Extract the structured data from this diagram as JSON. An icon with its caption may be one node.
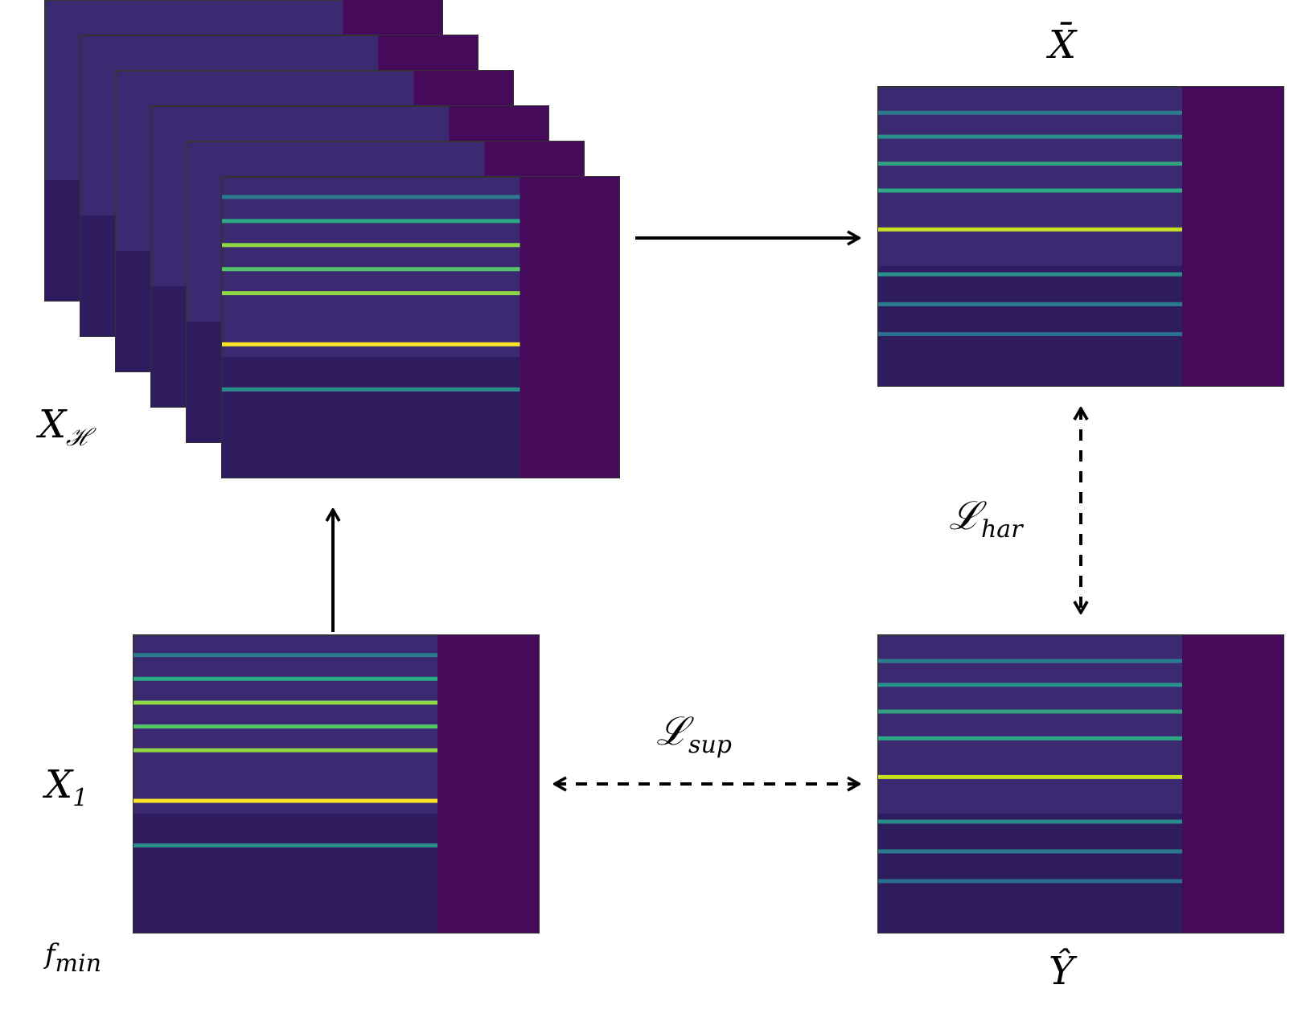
{
  "diagram": {
    "nodes": [
      {
        "text": [],
        "shape": "picture",
        "beside": [
          "X$_{ℋ}$"
        ]
      },
      {
        "text": [],
        "shape": "picture",
        "beside": [
          "X̄"
        ]
      },
      {
        "text": [],
        "shape": "picture",
        "beside": [
          "Ŷ"
        ]
      },
      {
        "text": [],
        "shape": "picture",
        "beside": [
          "X$_{1}$",
          "f$_{min}$"
        ]
      }
    ],
    "edges": [
      {
        "from": 3,
        "to": 0,
        "arrow": "to"
      },
      {
        "from": 0,
        "to": 1,
        "arrow": "to"
      },
      {
        "from": 1,
        "to": 2,
        "arrow": "both",
        "style": "dashed",
        "label": "ℒ$_{har}$"
      },
      {
        "from": 3,
        "to": 2,
        "arrow": "both",
        "style": "dashed",
        "label": "ℒ$_{sup}$"
      }
    ]
  }
}
